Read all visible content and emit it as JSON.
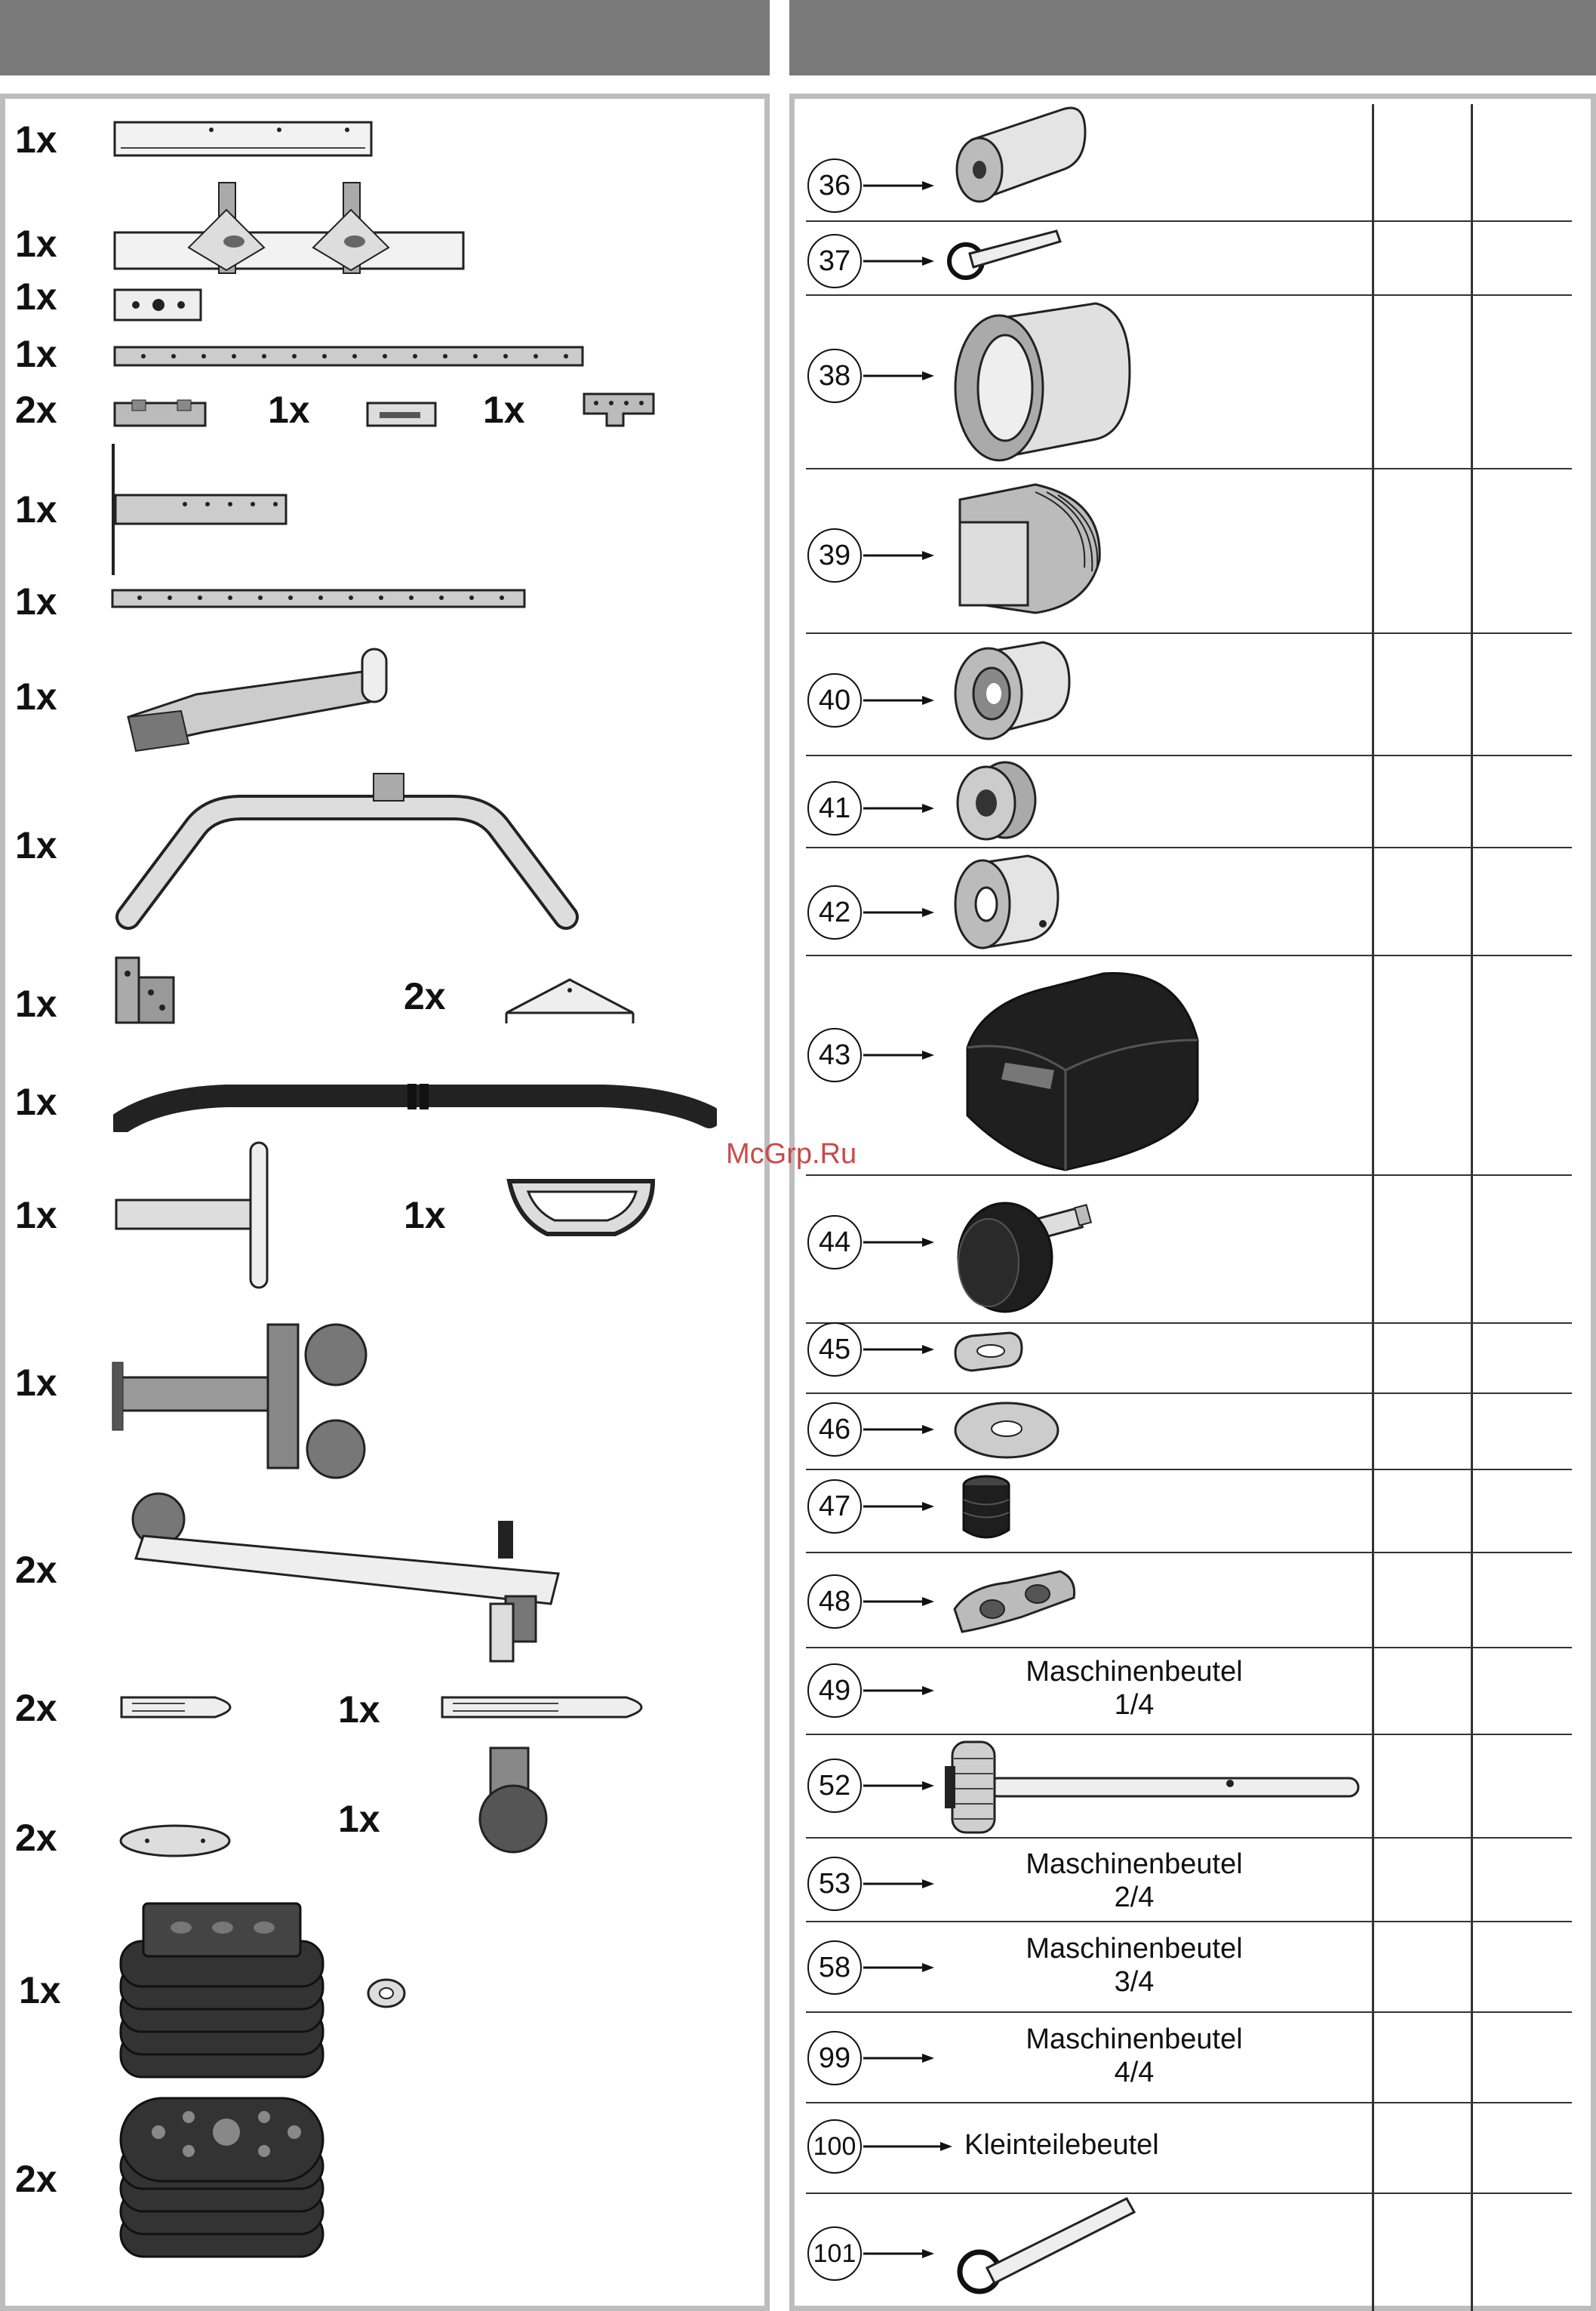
{
  "watermark": "McGrp.Ru",
  "left_panel": {
    "quantities": [
      "1x",
      "1x",
      "1x",
      "1x",
      "2x",
      "1x",
      "1x",
      "1x",
      "1x",
      "1x",
      "1x",
      "1x",
      "2x",
      "1x",
      "1x",
      "1x",
      "1x",
      "2x",
      "2x",
      "1x",
      "2x",
      "1x",
      "1x",
      "2x"
    ]
  },
  "right_panel": {
    "rows": [
      {
        "num": "36",
        "part": "cylinder-sleeve"
      },
      {
        "num": "37",
        "part": "pin-with-ring"
      },
      {
        "num": "38",
        "part": "large-bushing"
      },
      {
        "num": "39",
        "part": "square-end-cap"
      },
      {
        "num": "40",
        "part": "flanged-bushing"
      },
      {
        "num": "41",
        "part": "grooved-pulley"
      },
      {
        "num": "42",
        "part": "collar-ring"
      },
      {
        "num": "43",
        "part": "cover-cap"
      },
      {
        "num": "44",
        "part": "knob"
      },
      {
        "num": "45",
        "part": "slot-washer"
      },
      {
        "num": "46",
        "part": "flat-washer"
      },
      {
        "num": "47",
        "part": "rubber-foot"
      },
      {
        "num": "48",
        "part": "cable-clamp"
      },
      {
        "num": "49",
        "label": "Maschinenbeutel",
        "sub": "1/4"
      },
      {
        "num": "52",
        "part": "selector-rod"
      },
      {
        "num": "53",
        "label": "Maschinenbeutel",
        "sub": "2/4"
      },
      {
        "num": "58",
        "label": "Maschinenbeutel",
        "sub": "3/4"
      },
      {
        "num": "99",
        "label": "Maschinenbeutel",
        "sub": "4/4"
      },
      {
        "num": "100",
        "label": "Kleinteilebeutel"
      },
      {
        "num": "101",
        "part": "pin-with-ring-long"
      }
    ]
  }
}
